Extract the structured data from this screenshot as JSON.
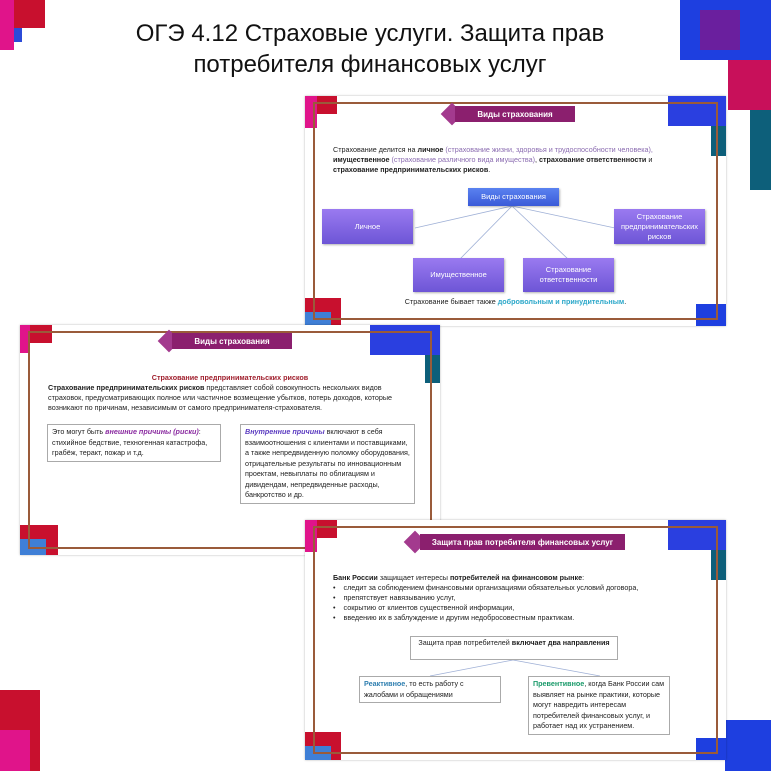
{
  "page_title": "ОГЭ 4.12 Страховые услуги. Защита прав потребителя финансовых услуг",
  "title_line1": "ОГЭ 4.12 Страховые услуги. Защита прав",
  "title_line2": "потребителя финансовых услуг",
  "slide1": {
    "header": "Виды страхования",
    "intro": {
      "p1": "Страхование делится на ",
      "b1": "личное",
      "g1": " (страхование жизни, здоровья и трудоспособности человека),",
      "b2": "имущественное",
      "g2": " (страхование различного вида имущества)",
      "p2": ", ",
      "b3": "страхование ответственности",
      "p3": " и ",
      "b4": "страхование предпринимательских рисков",
      "p4": "."
    },
    "root": "Виды страхования",
    "nodes": [
      "Личное",
      "Имущественное",
      "Страхование ответственности",
      "Страхование предпринимательских рисков"
    ],
    "footer_pre": "Страхование бывает также ",
    "footer_hl": "добровольным и принудительным",
    "footer_post": "."
  },
  "slide2": {
    "header": "Виды страхования",
    "subtitle": "Страхование предпринимательских рисков",
    "def_bold": "Страхование предпринимательских рисков",
    "def_rest": " представляет собой совокупность нескольких видов страховок, предусматривающих полное или частичное возмещение убытков, потерь доходов, которые возникают по причинам, независимым от самого предпринимателя-страхователя.",
    "ext_pre": "Это могут быть ",
    "ext_hl": "внешние причины (риски)",
    "ext_post": ": стихийное бедствие, техногенная катастрофа, грабёж, теракт, пожар и т.д.",
    "int_hl": "Внутренние причины",
    "int_post": " включают в себя взаимоотношения с клиентами и поставщиками, а также непредвиденную поломку оборудования, отрицательные результаты по инновационным проектам, невыплаты по облигациям и дивидендам, непредвиденные расходы, банкротство и др."
  },
  "slide3": {
    "header": "Защита прав потребителя финансовых услуг",
    "lead_b1": "Банк России",
    "lead_p": " защищает интересы ",
    "lead_b2": "потребителей на финансовом рынке",
    "lead_end": ":",
    "bullets": [
      "следит за соблюдением финансовыми организациями обязательных условий договора,",
      "препятствует навязыванию услуг,",
      "сокрытию от клиентов существенной информации,",
      "введению их в заблуждение и другим недобросовестным практикам."
    ],
    "center_pre": "Защита прав потребителей ",
    "center_b": "включает два направления",
    "reactive_hl": "Реактивное",
    "reactive_rest": ", то есть работу с жалобами и обращениями",
    "preventive_hl": "Превентивное",
    "preventive_rest": ", когда Банк России сам выявляет на рынке практики, которые могут навредить интересам потребителей финансовых услуг, и работает над их устранением."
  },
  "colors": {
    "accent": "#8b1f6e",
    "frame": "#9a5b3a",
    "node": "#7b63e0",
    "reactive": "#2f7fb0",
    "preventive": "#1a9a6a"
  }
}
